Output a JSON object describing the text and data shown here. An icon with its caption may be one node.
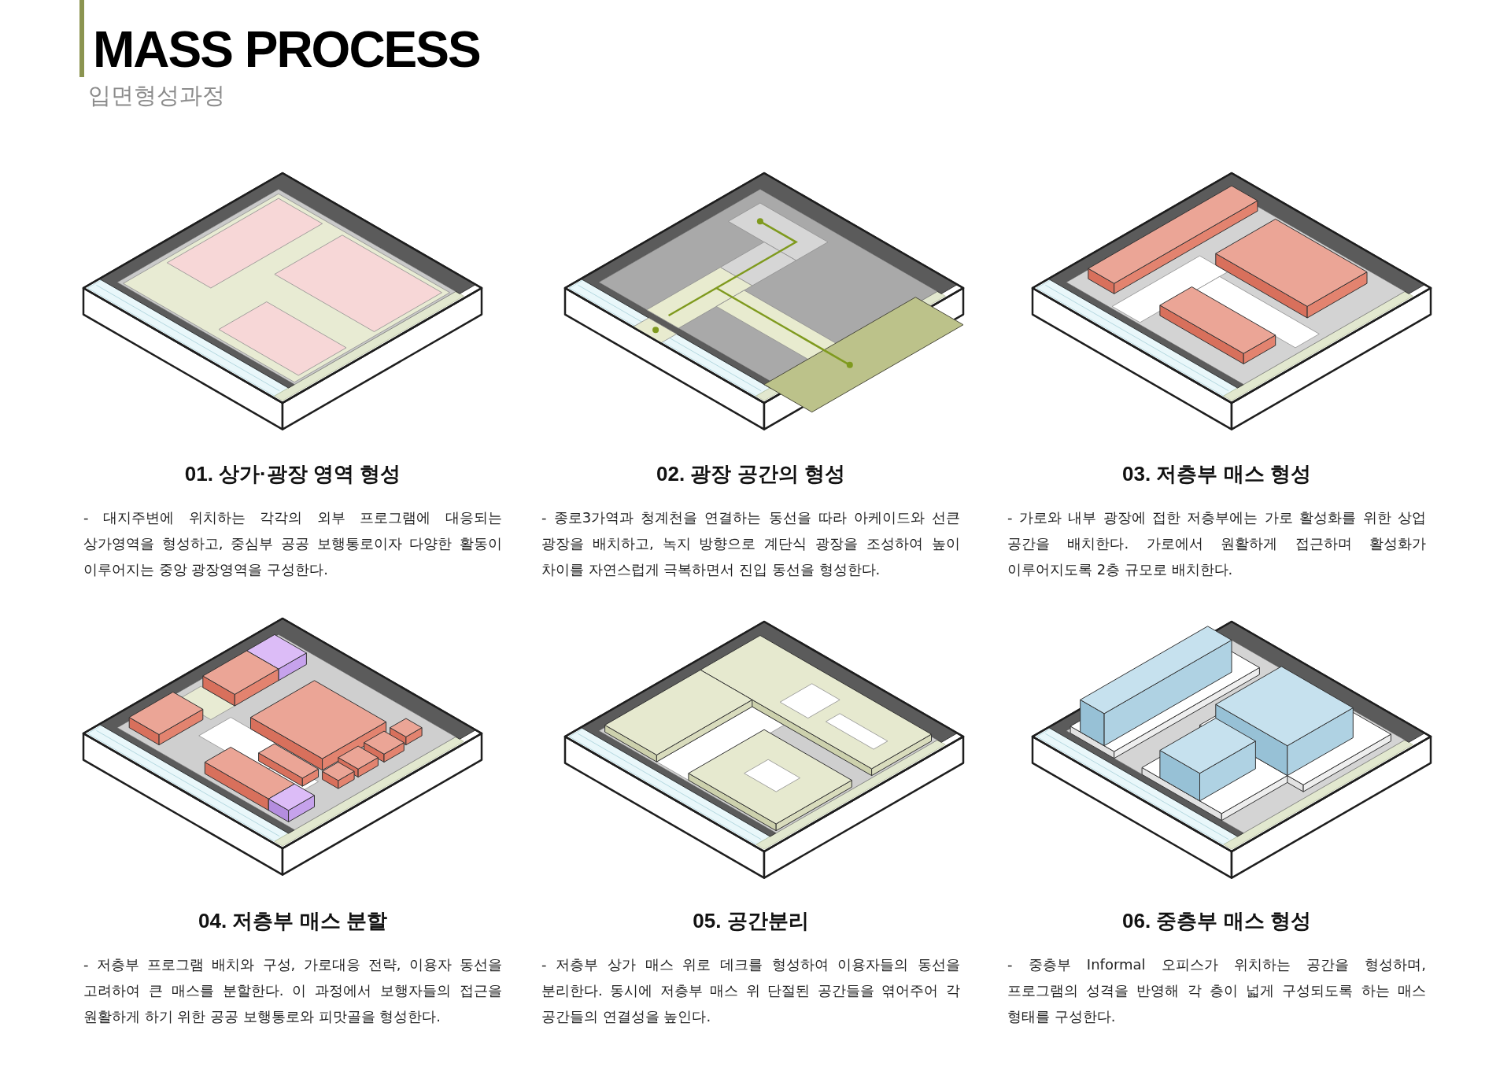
{
  "diagram": {
    "title": "MASS PROCESS",
    "labels": [
      "입면형성과정",
      "01. 상가·광장 영역 형성",
      "- 대지주변에 위치하는 각각의 외부 프로그램에 대응되는 상가영역을 형성하고, 중심부 공공 보행통로이자 다양한 활동이 이루어지는 중앙 광장영역을 구성한다.",
      "02. 광장 공간의 형성",
      "- 종로3가역과 청계천을 연결하는 동선을 따라 아케이드와 선큰 광장을 배치하고, 녹지 방향으로 계단식 광장을 조성하여 높이 차이를 자연스럽게 극복하면서 진입 동선을 형성한다.",
      "03. 저층부 매스 형성",
      "- 가로와 내부 광장에 접한 저층부에는 가로 활성화를 위한 상업 공간을 배치한다. 가로에서 원활하게 접근하며 활성화가 이루어지도록 2층 규모로 배치한다.",
      "04. 저층부 매스 분할",
      "- 저층부 프로그램 배치와 구성, 가로대응 전략, 이용자 동선을 고려하여 큰 매스를 분할한다. 이 과정에서 보행자들의 접근을 원활하게 하기 위한 공공 보행통로와 피맛골을 형성한다.",
      "05. 공간분리",
      "- 저층부 상가 매스 위로 데크를 형성하여 이용자들의 동선을 분리한다. 동시에 저층부 매스 위 단절된 공간들을 엮어주어 각 공간들의 연결성을 높인다.",
      "06. 중층부 매스 형성",
      "- 중층부 Informal 오피스가 위치하는 공간을 형성하며, 프로그램의 성격을 반영해 각 층이 넓게 구성되도록 하는 매스 형태를 구성한다."
    ]
  }
}
